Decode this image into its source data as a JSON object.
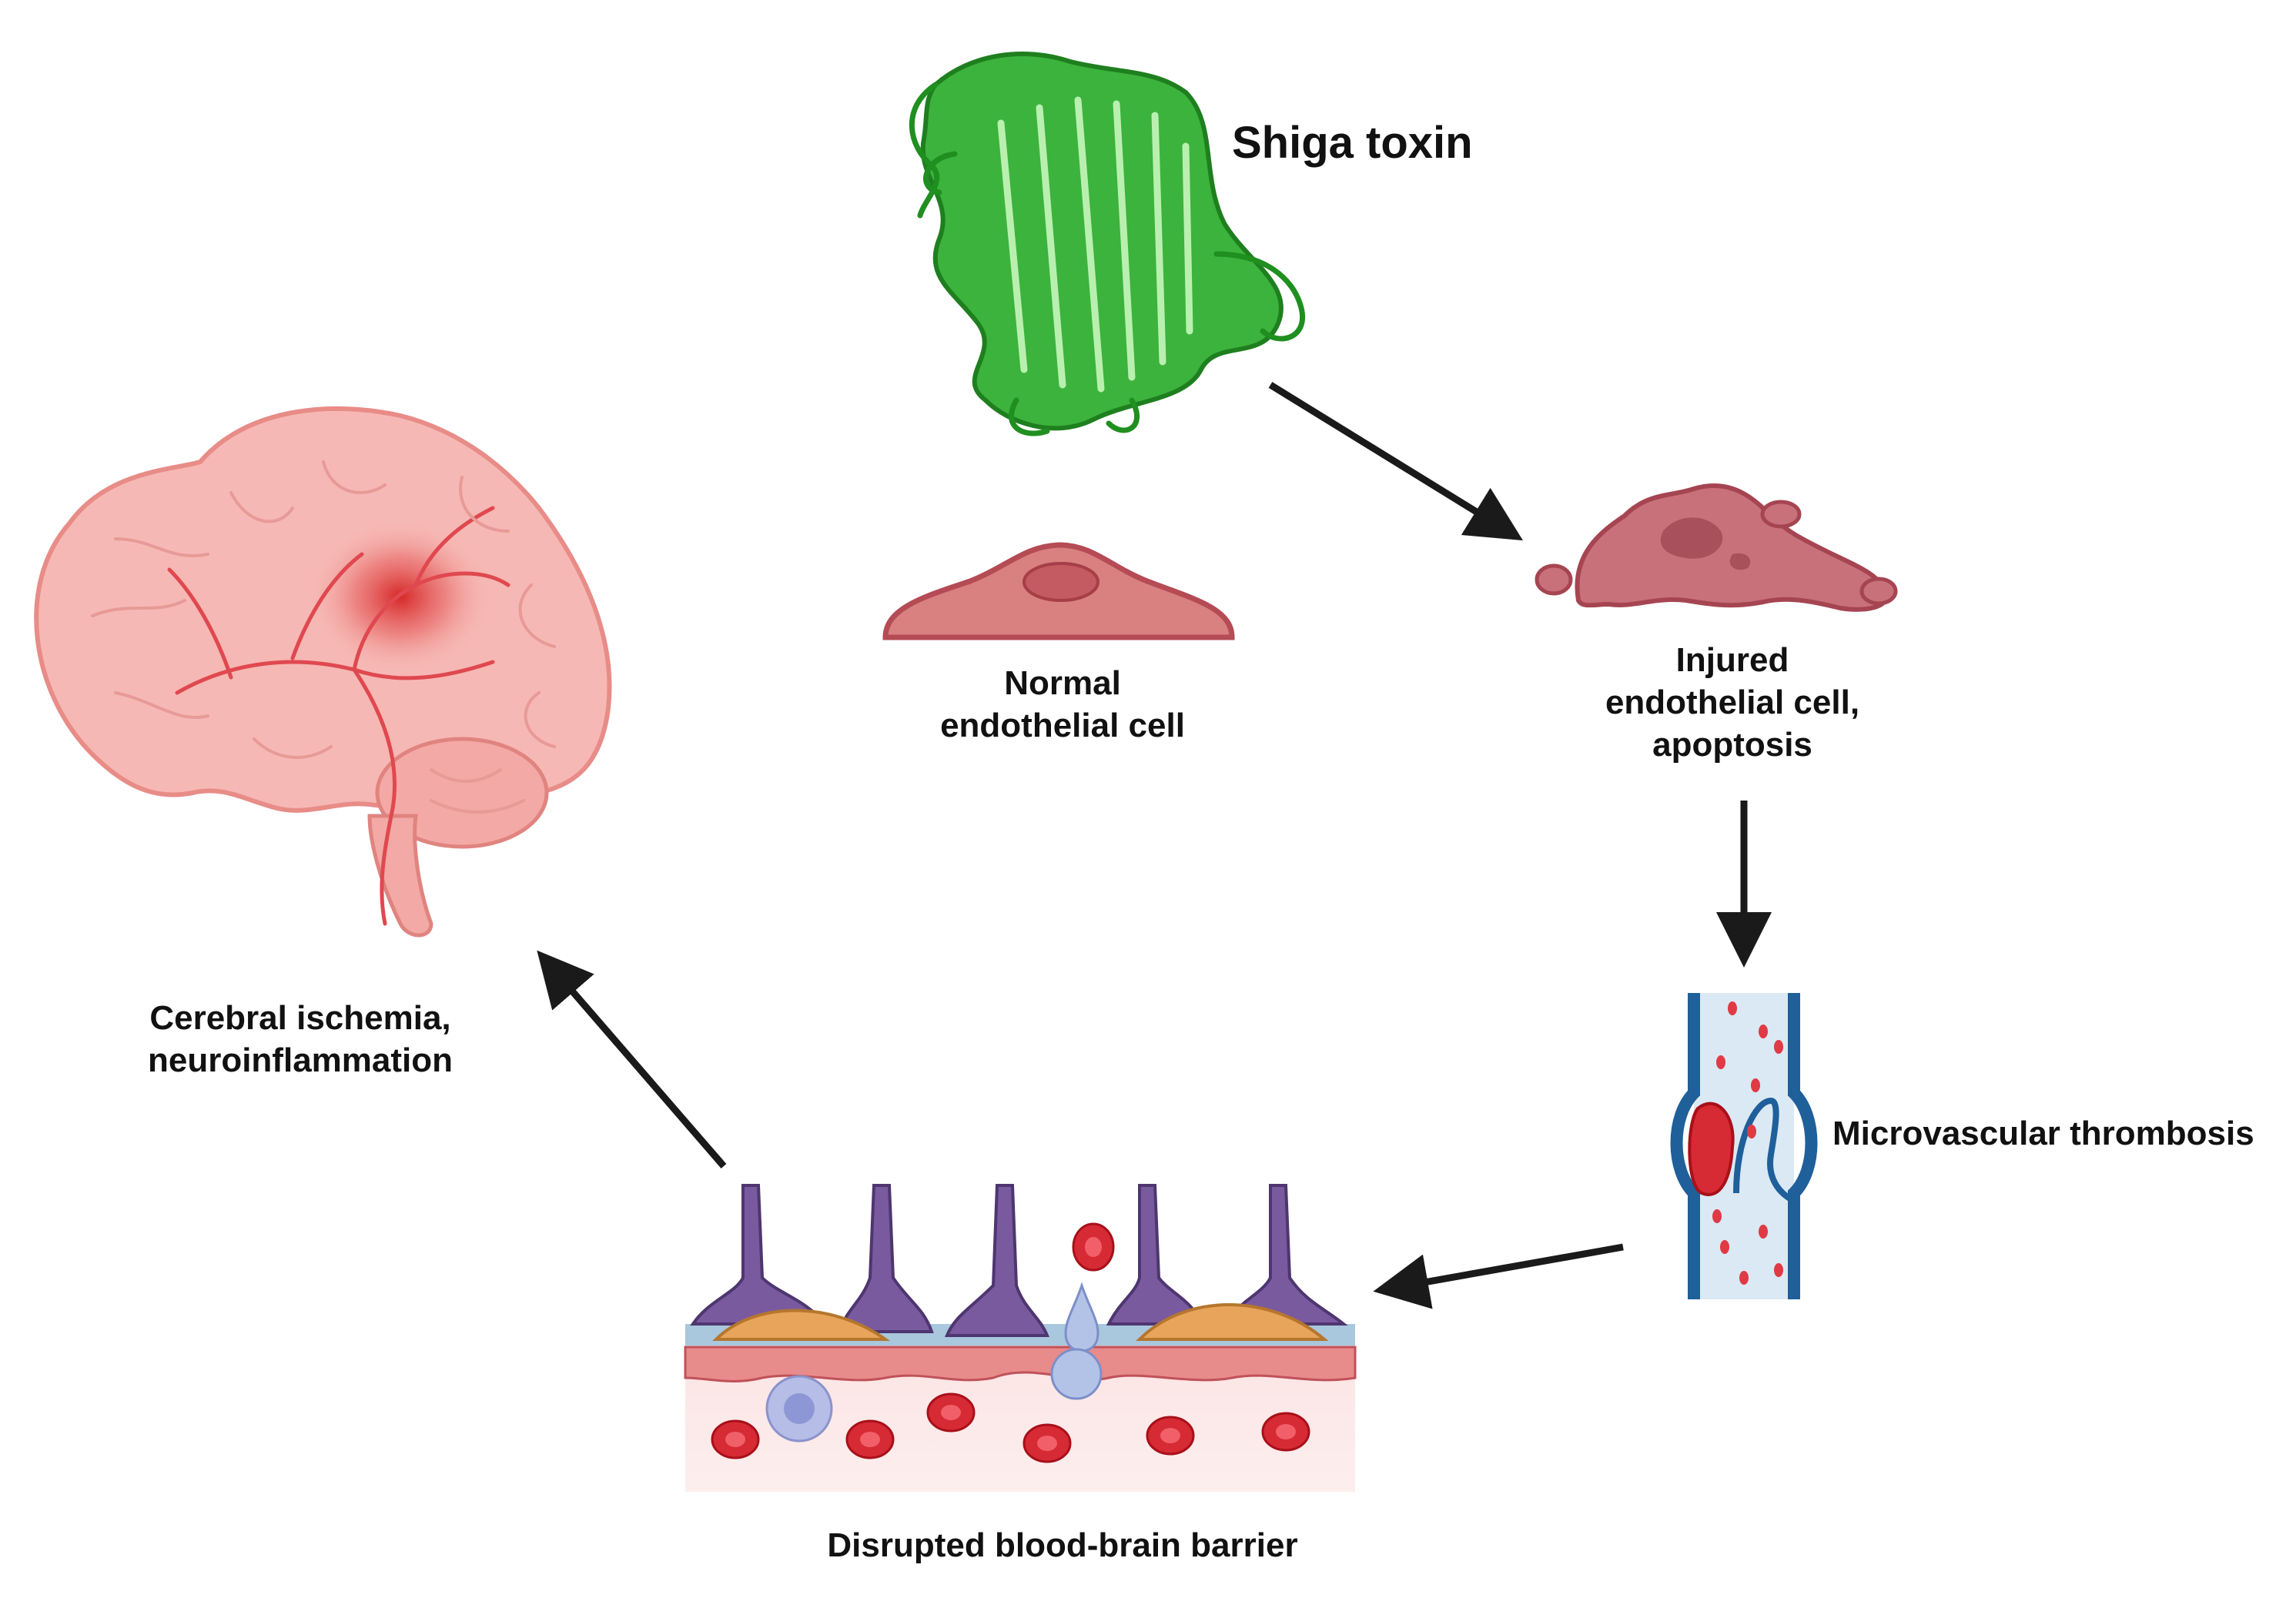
{
  "diagram": {
    "nodes": {
      "shiga_toxin": {
        "label": "Shiga toxin"
      },
      "normal_cell": {
        "lines": [
          "Normal",
          "endothelial cell"
        ]
      },
      "injured_cell": {
        "lines": [
          "Injured",
          "endothelial cell,",
          "apoptosis"
        ]
      },
      "thrombosis": {
        "label": "Microvascular thrombosis"
      },
      "bbb": {
        "label": "Disrupted blood-brain barrier"
      },
      "cerebral": {
        "lines": [
          "Cerebral ischemia,",
          "neuroinflammation"
        ]
      }
    },
    "edges": [
      {
        "from": "shiga_toxin",
        "to": "injured_cell"
      },
      {
        "from": "injured_cell",
        "to": "thrombosis"
      },
      {
        "from": "thrombosis",
        "to": "bbb"
      },
      {
        "from": "bbb",
        "to": "cerebral"
      }
    ],
    "colors": {
      "toxin_green": "#2fa82f",
      "cell_fill": "#d98080",
      "cell_stroke": "#b54b55",
      "brain_fill": "#f6b8b4",
      "brain_vessel": "#e0484f",
      "vessel_blue": "#1f5f9a",
      "rbc_red": "#d62a35",
      "astrocyte_purple": "#7a5a9e",
      "pericyte_orange": "#e8a45a",
      "arrow": "#1a1a1a"
    }
  }
}
